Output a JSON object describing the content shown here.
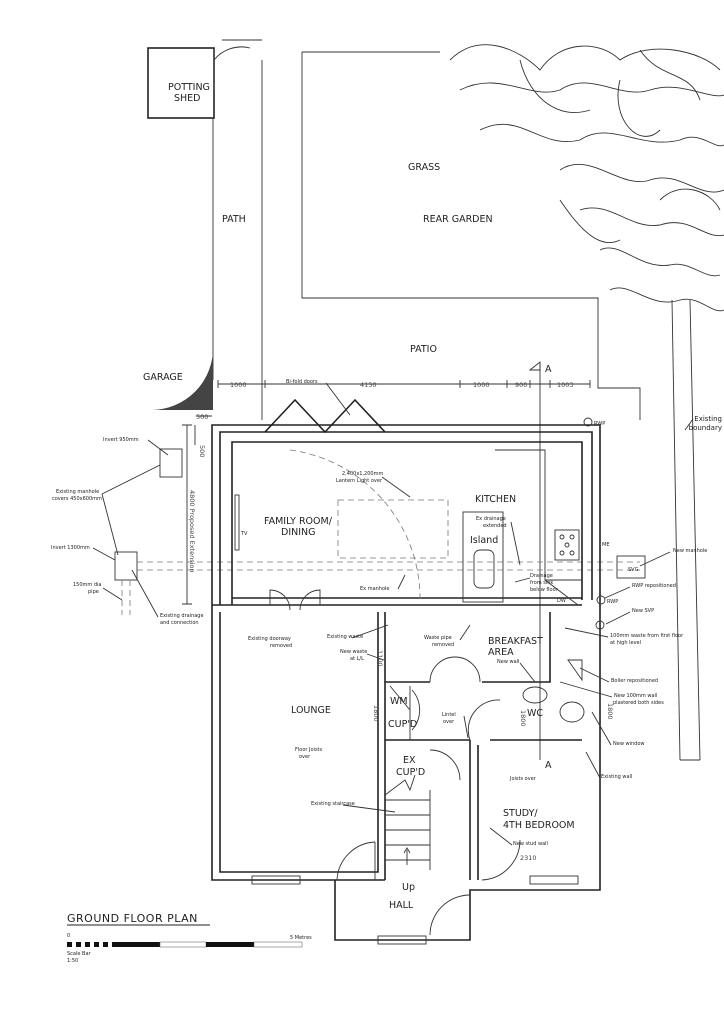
{
  "plan_title": "GROUND FLOOR PLAN",
  "scale_bar": {
    "start": "0",
    "end": "5 Metres",
    "label": "Scale Bar",
    "ratio": "1:50"
  },
  "rooms": {
    "potting_shed_1": "POTTING",
    "potting_shed_2": "SHED",
    "grass": "GRASS",
    "path": "PATH",
    "rear_garden": "REAR GARDEN",
    "patio": "PATIO",
    "garage": "GARAGE",
    "family_1": "FAMILY ROOM/",
    "family_2": "DINING",
    "kitchen": "KITCHEN",
    "island": "Island",
    "breakfast_1": "BREAKFAST",
    "breakfast_2": "AREA",
    "lounge": "LOUNGE",
    "wm": "WM",
    "cupd": "CUP'D",
    "wc": "WC",
    "ex_cupd_1": "EX",
    "ex_cupd_2": "CUP'D",
    "study_1": "STUDY/",
    "study_2": "4TH BEDROOM",
    "hall": "HALL",
    "up": "Up",
    "tv": "TV",
    "dw": "DW",
    "section": "A"
  },
  "dimensions": {
    "d1000a": "1000",
    "d4150": "4150",
    "d1000b": "1000",
    "d900": "900",
    "d1003": "1003",
    "d500a": "500",
    "d500b": "500",
    "d4800": "4800 Proposed Extension",
    "d1100": "1100",
    "d1800a": "1800",
    "d1800b": "1800",
    "d1800c": "1800",
    "d2310": "2310"
  },
  "notes": {
    "bifold": "Bi-fold doors",
    "invert950": "Invert 950mm",
    "manhole_1": "Existing manhole",
    "manhole_2": "covers 450x600mm",
    "invert1300": "Invert 1300mm",
    "pipe_1": "150mm dia",
    "pipe_2": "pipe",
    "drainage_1": "Existing drainage",
    "drainage_2": "and connection",
    "lantern_1": "2,400x1,200mm",
    "lantern_2": "Lantern Light over",
    "ex_drainage_1": "Ex drainage",
    "ex_drainage_2": "extended",
    "drainage_sink_1": "Drainage",
    "drainage_sink_2": "from sink",
    "drainage_sink_3": "below floor",
    "ex_manhole": "Ex manhole",
    "doorway_1": "Existing doorway",
    "doorway_2": "removed",
    "existing_waste": "Existing waste",
    "new_waste_1": "New waste",
    "new_waste_2": "at L/L",
    "waste_pipe_1": "Waste pipe",
    "waste_pipe_2": "removed",
    "new_wall": "New wall",
    "lintel_1": "Lintel",
    "lintel_2": "over",
    "joists_1": "Floor Joists",
    "joists_2": "over",
    "joists_over": "Joists over",
    "staircase": "Existing staircase",
    "stud_wall": "New stud wall",
    "rwp": "RWP",
    "rwp2": "RWP",
    "me": "ME",
    "svg": "SVG",
    "new_manhole": "New manhole",
    "rwp_repositioned": "RWP repositioned",
    "new_svp": "New SVP",
    "waste100_1": "100mm waste from first floor",
    "waste100_2": "at high level",
    "boiler": "Boiler repositioned",
    "wall100_1": "New 100mm wall",
    "wall100_2": "plastered both sides",
    "new_window": "New window",
    "existing_wall": "Existing wall",
    "boundary_1": "Existing",
    "boundary_2": "boundary"
  }
}
